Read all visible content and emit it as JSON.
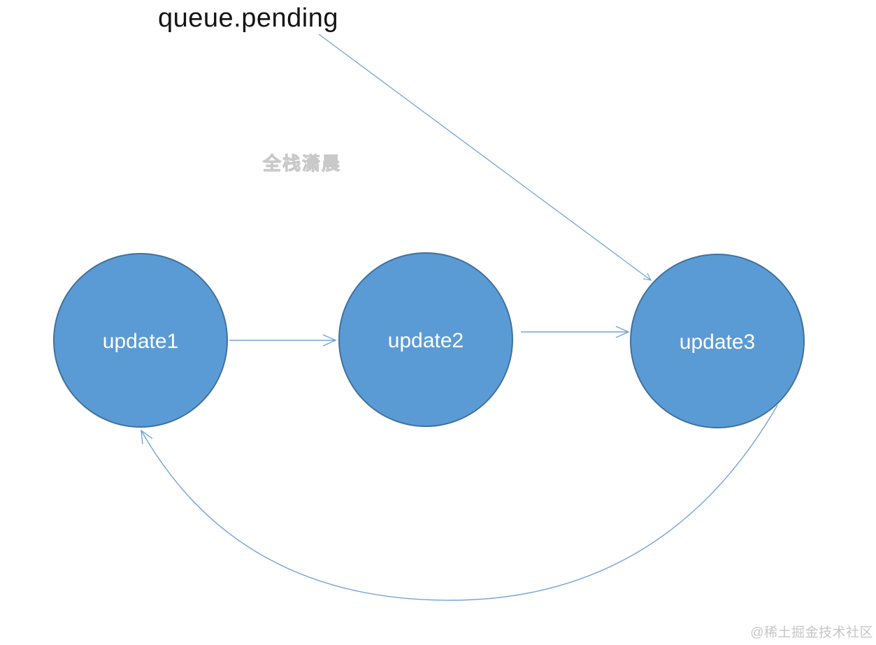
{
  "diagram": {
    "pointer_label": "queue.pending",
    "nodes": [
      {
        "label": "update1"
      },
      {
        "label": "update2"
      },
      {
        "label": "update3"
      }
    ],
    "edges": [
      {
        "from": "update1",
        "to": "update2",
        "type": "straight-arrow"
      },
      {
        "from": "update2",
        "to": "update3",
        "type": "straight-arrow"
      },
      {
        "from": "queue.pending",
        "to": "update3",
        "type": "pointer-line"
      },
      {
        "from": "update3",
        "to": "update1",
        "type": "curved-arrow"
      }
    ],
    "colors": {
      "node_fill": "#5b9bd5",
      "node_stroke": "#41719c",
      "node_text": "#ffffff",
      "arrow": "#74a3da",
      "label_text": "#141414"
    }
  },
  "watermarks": {
    "center": "全栈潇晨",
    "bottom_right": "@稀土掘金技术社区"
  }
}
